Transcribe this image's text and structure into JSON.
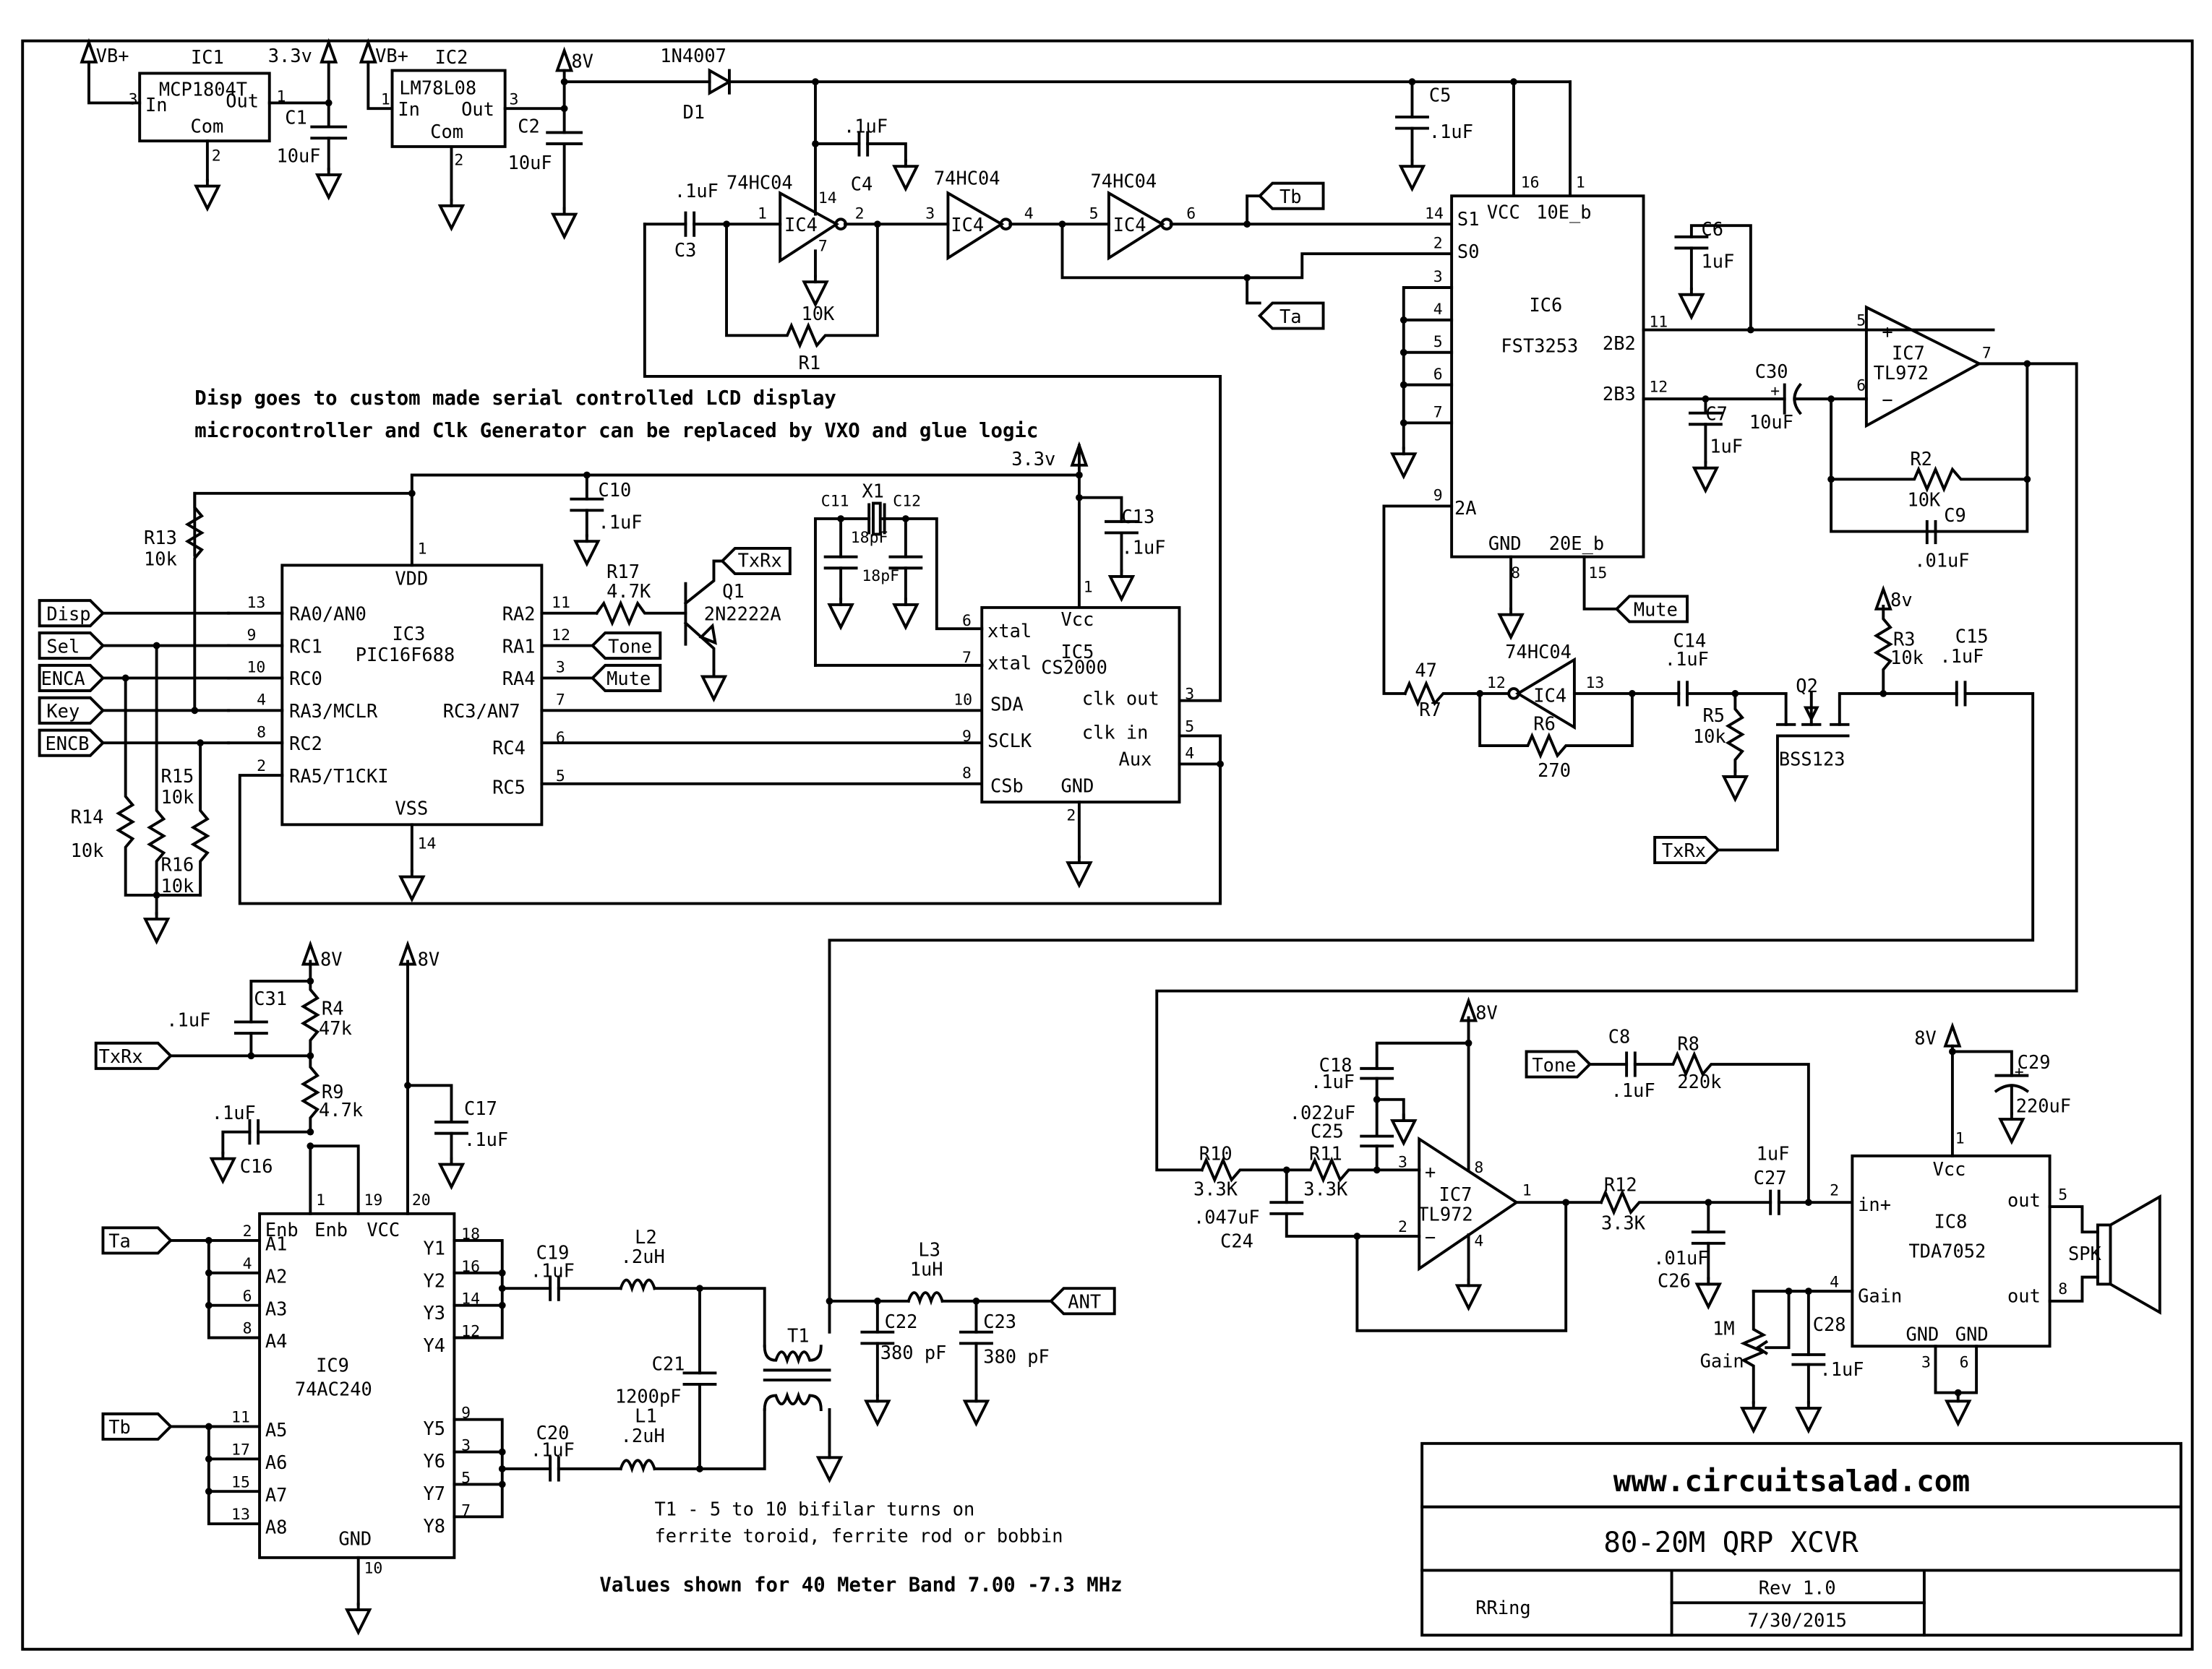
{
  "title_block": {
    "website": "www.circuitsalad.com",
    "project": "80-20M QRP XCVR",
    "author": "RRing",
    "revision": "Rev 1.0",
    "date": "7/30/2015"
  },
  "notes": {
    "line1": "Disp goes to custom made serial controlled LCD display",
    "line2": "microcontroller and Clk Generator can be replaced by VXO and glue logic",
    "t1_line1": "T1 - 5  to 10 bifilar turns on",
    "t1_line2": "ferrite toroid, ferrite rod or bobbin",
    "band": "Values shown for 40 Meter Band 7.00 -7.3 MHz"
  },
  "power": {
    "vbplus": "VB+",
    "v33": "3.3v",
    "v8": "8V",
    "v8_lower": "8v"
  },
  "ic1": {
    "ref": "IC1",
    "part": "MCP1804T",
    "pin_in": "In",
    "pin_out": "Out",
    "pin_com": "Com",
    "n_in": "3",
    "n_out": "1",
    "n_com": "2"
  },
  "ic2": {
    "ref": "IC2",
    "part": "LM78L08",
    "pin_in": "In",
    "pin_out": "Out",
    "pin_com": "Com",
    "n_in": "1",
    "n_out": "3",
    "n_com": "2"
  },
  "c1": {
    "ref": "C1",
    "value": "10uF"
  },
  "c2": {
    "ref": "C2",
    "value": "10uF"
  },
  "d1": {
    "ref": "D1",
    "part": "1N4007"
  },
  "c3": {
    "ref": "C3",
    "value": ".1uF"
  },
  "c4": {
    "ref": "C4",
    "value": ".1uF"
  },
  "c5": {
    "ref": "C5",
    "value": ".1uF"
  },
  "r1": {
    "ref": "R1",
    "value": "10K"
  },
  "ic4": {
    "ref": "IC4",
    "part": "74HC04",
    "p1": "1",
    "p2": "2",
    "p3": "3",
    "p4": "4",
    "p5": "5",
    "p6": "6",
    "p7": "7",
    "p14": "14",
    "p12": "12",
    "p13": "13"
  },
  "ic6": {
    "ref": "IC6",
    "part": "FST3253",
    "pins": {
      "vcc": "VCC",
      "oe1": "10E_b",
      "s1": "S1",
      "s0": "S0",
      "b2": "2B2",
      "b3": "2B3",
      "a2": "2A",
      "gnd": "GND",
      "oe2": "20E_b"
    },
    "nums": {
      "n16": "16",
      "n1": "1",
      "n14": "14",
      "n2": "2",
      "n3": "3",
      "n4": "4",
      "n5": "5",
      "n6": "6",
      "n7": "7",
      "n9": "9",
      "n11": "11",
      "n12": "12",
      "n8": "8",
      "n15": "15"
    }
  },
  "c6": {
    "ref": "C6",
    "value": "1uF"
  },
  "c7": {
    "ref": "C7",
    "value": "1uF"
  },
  "c30": {
    "ref": "C30",
    "value": "10uF"
  },
  "ic7a": {
    "ref": "IC7",
    "part": "TL972",
    "n5": "5",
    "n6": "6",
    "n7": "7"
  },
  "r2": {
    "ref": "R2",
    "value": "10K"
  },
  "c9": {
    "ref": "C9",
    "value": ".01uF"
  },
  "ic3": {
    "ref": "IC3",
    "part": "PIC16F688",
    "left_pins": [
      {
        "num": "13",
        "name": "RA0/AN0"
      },
      {
        "num": "9",
        "name": "RC1"
      },
      {
        "num": "10",
        "name": "RC0"
      },
      {
        "num": "4",
        "name": "RA3/MCLR"
      },
      {
        "num": "8",
        "name": "RC2"
      },
      {
        "num": "2",
        "name": "RA5/T1CKI"
      }
    ],
    "right_pins": [
      {
        "num": "11",
        "name": "RA2"
      },
      {
        "num": "12",
        "name": "RA1"
      },
      {
        "num": "3",
        "name": "RA4"
      },
      {
        "num": "7",
        "name": "RC3/AN7"
      },
      {
        "num": "6",
        "name": "RC4"
      },
      {
        "num": "5",
        "name": "RC5"
      }
    ],
    "vdd": "VDD",
    "vss": "VSS",
    "n_vdd": "1",
    "n_vss": "14"
  },
  "c10": {
    "ref": "C10",
    "value": ".1uF"
  },
  "r13": {
    "ref": "R13",
    "value": "10k"
  },
  "r14": {
    "ref": "R14",
    "value": "10k"
  },
  "r15": {
    "ref": "R15",
    "value": "10k"
  },
  "r16": {
    "ref": "R16",
    "value": "10k"
  },
  "r17": {
    "ref": "R17",
    "value": "4.7K"
  },
  "q1": {
    "ref": "Q1",
    "part": "2N2222A"
  },
  "ports": {
    "disp": "Disp",
    "sel": "Sel",
    "enca": "ENCA",
    "key": "Key",
    "encb": "ENCB",
    "tone": "Tone",
    "mute": "Mute",
    "txrx": "TxRx",
    "ta": "Ta",
    "tb": "Tb",
    "ant": "ANT"
  },
  "x1": {
    "ref": "X1"
  },
  "c11": {
    "ref": "C11",
    "value": "18pF"
  },
  "c12": {
    "ref": "C12",
    "value": "18pF"
  },
  "c13": {
    "ref": "C13",
    "value": ".1uF"
  },
  "ic5": {
    "ref": "IC5",
    "part": "CS2000",
    "pins": {
      "xtal": "xtal",
      "vcc": "Vcc",
      "sda": "SDA",
      "sclk": "SCLK",
      "csb": "CSb",
      "gnd": "GND",
      "clkout": "clk out",
      "clkin": "clk in",
      "aux": "Aux"
    },
    "nums": {
      "n6": "6",
      "n7": "7",
      "n10": "10",
      "n9": "9",
      "n8": "8",
      "n1": "1",
      "n2": "2",
      "n3": "3",
      "n5": "5",
      "n4": "4"
    }
  },
  "r7": {
    "ref": "R7",
    "value": "47"
  },
  "r6": {
    "ref": "R6",
    "value": "270"
  },
  "c14": {
    "ref": "C14",
    "value": ".1uF"
  },
  "r5": {
    "ref": "R5",
    "value": "10k"
  },
  "q2": {
    "ref": "Q2",
    "part": "BSS123"
  },
  "r3": {
    "ref": "R3",
    "value": "10k"
  },
  "c15": {
    "ref": "C15",
    "value": ".1uF"
  },
  "c31": {
    "ref": "C31",
    "value": ".1uF"
  },
  "r4": {
    "ref": "R4",
    "value": "47k"
  },
  "r9": {
    "ref": "R9",
    "value": "4.7k"
  },
  "c16": {
    "ref": "C16",
    "value": ".1uF"
  },
  "c17": {
    "ref": "C17",
    "value": ".1uF"
  },
  "ic9": {
    "ref": "IC9",
    "part": "74AC240",
    "top": {
      "enb1": "Enb",
      "enb2": "Enb",
      "vcc": "VCC",
      "n1": "1",
      "n19": "19",
      "n20": "20"
    },
    "a_pins": [
      {
        "num": "2",
        "name": "A1"
      },
      {
        "num": "4",
        "name": "A2"
      },
      {
        "num": "6",
        "name": "A3"
      },
      {
        "num": "8",
        "name": "A4"
      },
      {
        "num": "11",
        "name": "A5"
      },
      {
        "num": "17",
        "name": "A6"
      },
      {
        "num": "15",
        "name": "A7"
      },
      {
        "num": "13",
        "name": "A8"
      }
    ],
    "y_pins": [
      {
        "num": "18",
        "name": "Y1"
      },
      {
        "num": "16",
        "name": "Y2"
      },
      {
        "num": "14",
        "name": "Y3"
      },
      {
        "num": "12",
        "name": "Y4"
      },
      {
        "num": "9",
        "name": "Y5"
      },
      {
        "num": "3",
        "name": "Y6"
      },
      {
        "num": "5",
        "name": "Y7"
      },
      {
        "num": "7",
        "name": "Y8"
      }
    ],
    "gnd": "GND",
    "n_gnd": "10"
  },
  "c19": {
    "ref": "C19",
    "value": ".1uF"
  },
  "c20": {
    "ref": "C20",
    "value": ".1uF"
  },
  "l1": {
    "ref": "L1",
    "value": ".2uH"
  },
  "l2": {
    "ref": "L2",
    "value": ".2uH"
  },
  "c21": {
    "ref": "C21",
    "value": "1200pF"
  },
  "t1": {
    "ref": "T1"
  },
  "l3": {
    "ref": "L3",
    "value": "1uH"
  },
  "c22": {
    "ref": "C22",
    "value": "380 pF"
  },
  "c23": {
    "ref": "C23",
    "value": "380 pF"
  },
  "ic7b": {
    "ref": "IC7",
    "part": "TL972",
    "n3": "3",
    "n2": "2",
    "n1": "1",
    "n8": "8",
    "n4": "4"
  },
  "c18": {
    "ref": "C18",
    "value": ".1uF"
  },
  "c25": {
    "ref": "C25",
    "value": ".022uF"
  },
  "c24": {
    "ref": "C24",
    "value": ".047uF"
  },
  "r10": {
    "ref": "R10",
    "value": "3.3K"
  },
  "r11": {
    "ref": "R11",
    "value": "3.3K"
  },
  "r12": {
    "ref": "R12",
    "value": "3.3K"
  },
  "c8": {
    "ref": "C8",
    "value": ".1uF"
  },
  "r8": {
    "ref": "R8",
    "value": "220k"
  },
  "c26": {
    "ref": "C26",
    "value": ".01uF"
  },
  "c27": {
    "ref": "C27",
    "value": "1uF"
  },
  "c28": {
    "ref": "C28",
    "value": ".1uF"
  },
  "c29": {
    "ref": "C29",
    "value": "220uF"
  },
  "gain_pot": {
    "value": "1M",
    "label": "Gain"
  },
  "ic8": {
    "ref": "IC8",
    "part": "TDA7052",
    "pins": {
      "vcc": "Vcc",
      "inp": "in+",
      "gain": "Gain",
      "out1": "out",
      "out2": "out",
      "gnd1": "GND",
      "gnd2": "GND"
    },
    "nums": {
      "n1": "1",
      "n2": "2",
      "n4": "4",
      "n5": "5",
      "n8": "8",
      "n3": "3",
      "n6": "6"
    }
  },
  "spk": {
    "label": "SPK"
  }
}
